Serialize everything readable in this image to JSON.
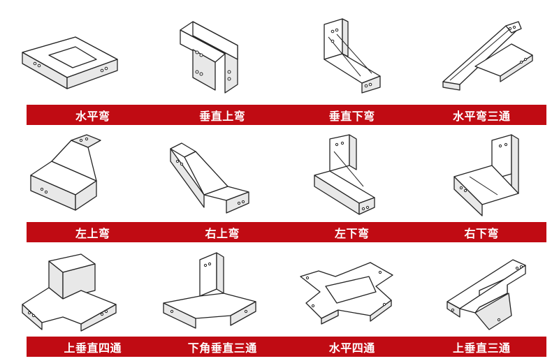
{
  "items": [
    {
      "label": "水平弯",
      "icon": "horizontal-elbow-icon"
    },
    {
      "label": "垂直上弯",
      "icon": "vertical-up-elbow-icon"
    },
    {
      "label": "垂直下弯",
      "icon": "vertical-down-elbow-icon"
    },
    {
      "label": "水平弯三通",
      "icon": "horizontal-tee-icon"
    },
    {
      "label": "左上弯",
      "icon": "left-up-elbow-icon"
    },
    {
      "label": "右上弯",
      "icon": "right-up-elbow-icon"
    },
    {
      "label": "左下弯",
      "icon": "left-down-elbow-icon"
    },
    {
      "label": "右下弯",
      "icon": "right-down-elbow-icon"
    },
    {
      "label": "上垂直四通",
      "icon": "up-vertical-cross-icon"
    },
    {
      "label": "下角垂直三通",
      "icon": "down-corner-vertical-tee-icon"
    },
    {
      "label": "水平四通",
      "icon": "horizontal-cross-icon"
    },
    {
      "label": "上垂直三通",
      "icon": "up-vertical-tee-icon"
    }
  ],
  "colors": {
    "band": "#c00b13",
    "label_text": "#ffffff",
    "line": "#222222"
  }
}
